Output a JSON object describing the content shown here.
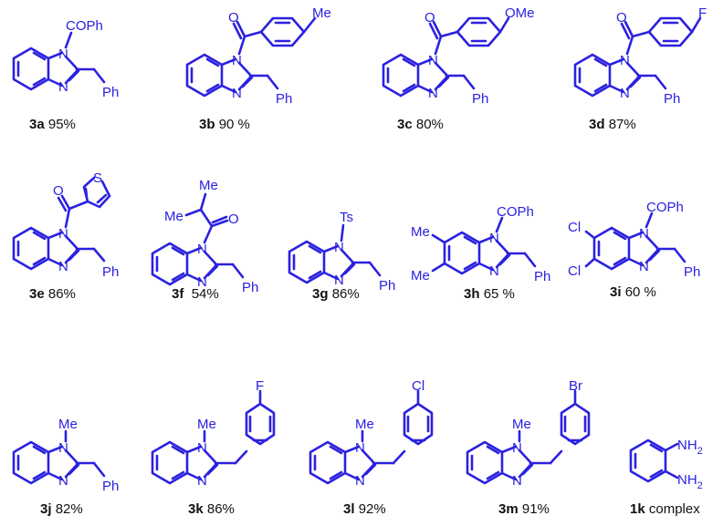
{
  "colors": {
    "structure": "#2b21e0",
    "caption": "#111111",
    "background": "#ffffff"
  },
  "compounds": [
    {
      "id": "3a",
      "result": "95%",
      "n_sub": "COPh",
      "ring_subs": [],
      "label_N": "N",
      "label_benzylic": "Ph"
    },
    {
      "id": "3b",
      "result": "90 %",
      "acyl": "aroyl",
      "para": "Me",
      "label_N": "N",
      "label_benzylic": "Ph",
      "carbonyl_O": "O"
    },
    {
      "id": "3c",
      "result": "80%",
      "acyl": "aroyl",
      "para": "OMe",
      "label_N": "N",
      "label_benzylic": "Ph",
      "carbonyl_O": "O"
    },
    {
      "id": "3d",
      "result": "87%",
      "acyl": "aroyl",
      "para": "F",
      "label_N": "N",
      "label_benzylic": "Ph",
      "carbonyl_O": "O"
    },
    {
      "id": "3e",
      "result": "86%",
      "acyl": "thienoyl",
      "hetero": "S",
      "label_N": "N",
      "label_benzylic": "Ph",
      "carbonyl_O": "O"
    },
    {
      "id": "3f",
      "result": "54%",
      "acyl": "isobutyryl",
      "methyl_a": "Me",
      "methyl_b": "Me",
      "label_N": "N",
      "label_benzylic": "Ph",
      "carbonyl_O": "O"
    },
    {
      "id": "3g",
      "result": "86%",
      "n_sub": "Ts",
      "label_N": "N",
      "label_benzylic": "Ph"
    },
    {
      "id": "3h",
      "result": "65 %",
      "n_sub": "COPh",
      "ring_sub": "Me",
      "label_N": "N",
      "label_benzylic": "Ph"
    },
    {
      "id": "3i",
      "result": "60 %",
      "n_sub": "COPh",
      "ring_sub": "Cl",
      "label_N": "N",
      "label_benzylic": "Ph"
    },
    {
      "id": "3j",
      "result": "82%",
      "n_sub": "Me",
      "label_N": "N",
      "label_benzylic": "Ph"
    },
    {
      "id": "3k",
      "result": "86%",
      "n_sub": "Me",
      "para": "F",
      "label_N": "N"
    },
    {
      "id": "3l",
      "result": "92%",
      "n_sub": "Me",
      "para": "Cl",
      "label_N": "N"
    },
    {
      "id": "3m",
      "result": "91%",
      "n_sub": "Me",
      "para": "Br",
      "label_N": "N"
    },
    {
      "id": "1k",
      "result": "complex",
      "amine": "NH",
      "amine_sub": "2"
    }
  ]
}
